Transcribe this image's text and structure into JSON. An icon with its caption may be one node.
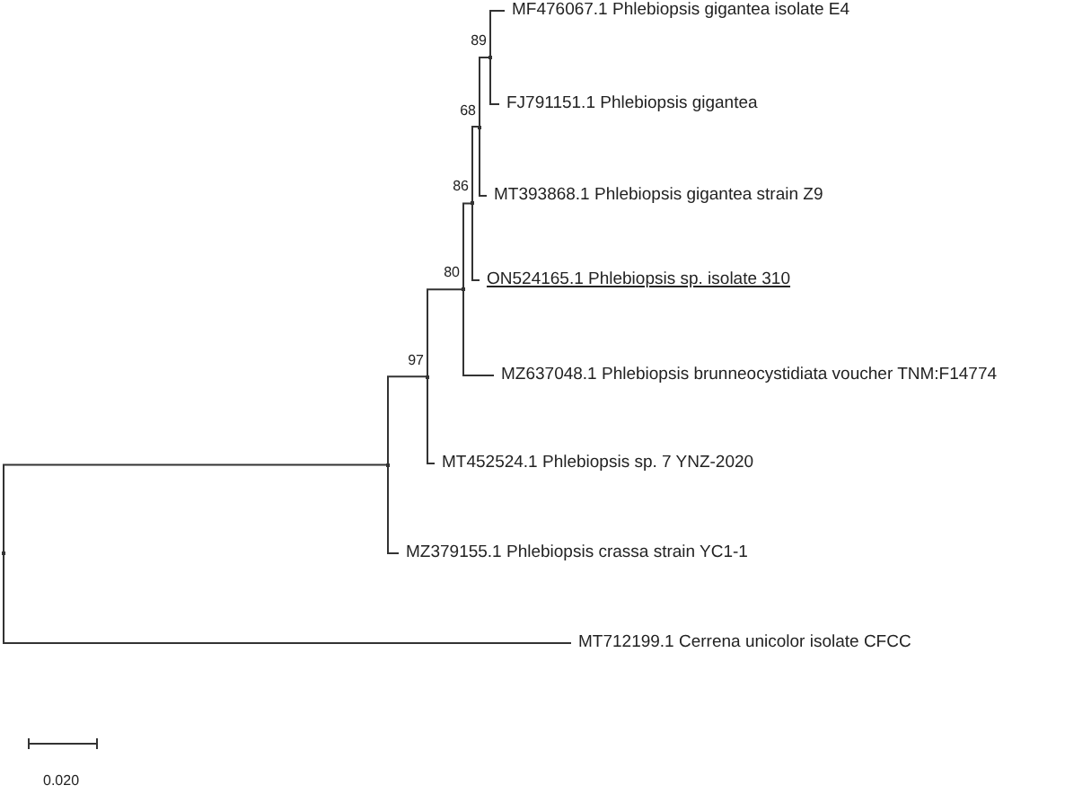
{
  "diagram": {
    "nodes": [
      {
        "text": [],
        "shape": "point"
      },
      {
        "text": [],
        "shape": "point"
      },
      {
        "text": [],
        "shape": "point",
        "beside": [
          "97"
        ]
      },
      {
        "text": [],
        "shape": "point",
        "beside": [
          "80"
        ]
      },
      {
        "text": [],
        "shape": "point",
        "beside": [
          "86"
        ]
      },
      {
        "text": [],
        "shape": "point",
        "beside": [
          "68"
        ]
      },
      {
        "text": [],
        "shape": "point",
        "beside": [
          "89"
        ]
      },
      {
        "text": [
          "MF476067.1 Phlebiopsis gigantea isolate E4"
        ]
      },
      {
        "text": [
          "FJ791151.1 Phlebiopsis gigantea"
        ]
      },
      {
        "text": [
          "MT393868.1 Phlebiopsis gigantea strain Z9"
        ]
      },
      {
        "text": [
          "ON524165.1 Phlebiopsis sp. isolate 310"
        ]
      },
      {
        "text": [
          "MZ637048.1 Phlebiopsis brunneocystidiata voucher TNM:F14774"
        ]
      },
      {
        "text": [
          "MT452524.1 Phlebiopsis sp. 7 YNZ-2020"
        ]
      },
      {
        "text": [
          "MZ379155.1 Phlebiopsis crassa strain YC1-1"
        ]
      },
      {
        "text": [
          "MT712199.1 Cerrena unicolor isolate CFCC"
        ]
      }
    ],
    "edges": [
      {
        "from": 0,
        "to": 1,
        "arrow": "none"
      },
      {
        "from": 0,
        "to": 14,
        "arrow": "none"
      },
      {
        "from": 1,
        "to": 2,
        "arrow": "none"
      },
      {
        "from": 1,
        "to": 13,
        "arrow": "none"
      },
      {
        "from": 2,
        "to": 3,
        "arrow": "none"
      },
      {
        "from": 2,
        "to": 12,
        "arrow": "none"
      },
      {
        "from": 3,
        "to": 4,
        "arrow": "none"
      },
      {
        "from": 3,
        "to": 11,
        "arrow": "none"
      },
      {
        "from": 4,
        "to": 5,
        "arrow": "none"
      },
      {
        "from": 4,
        "to": 10,
        "arrow": "none"
      },
      {
        "from": 5,
        "to": 6,
        "arrow": "none"
      },
      {
        "from": 5,
        "to": 9,
        "arrow": "none"
      },
      {
        "from": 6,
        "to": 7,
        "arrow": "none"
      },
      {
        "from": 6,
        "to": 8,
        "arrow": "none"
      }
    ],
    "labels": [
      "0.020"
    ]
  }
}
